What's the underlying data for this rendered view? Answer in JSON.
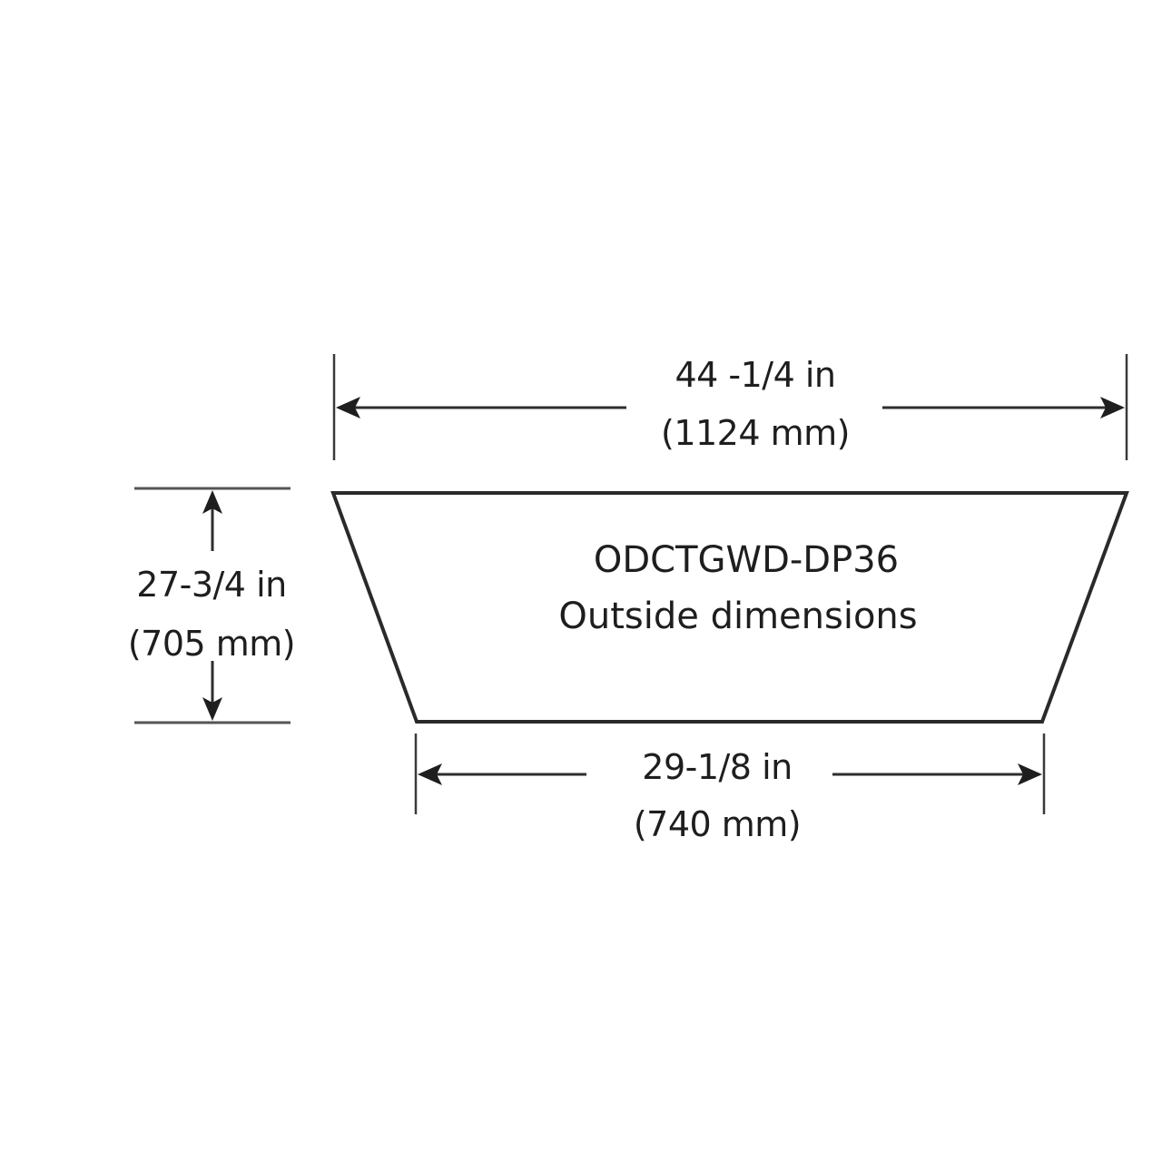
{
  "diagram": {
    "type": "dimension-drawing",
    "shape": "trapezoid",
    "title": {
      "model": "ODCTGWD-DP36",
      "subtitle": "Outside dimensions"
    },
    "dimensions": {
      "top_width": {
        "imperial": "44 -1/4 in",
        "metric": "(1124 mm)"
      },
      "height": {
        "imperial": "27-3/4 in",
        "metric": "(705 mm)"
      },
      "bottom_width": {
        "imperial": "29-1/8 in",
        "metric": "(740 mm)"
      }
    },
    "colors": {
      "line": "#2a2a2a",
      "text": "#1e1e1e",
      "background": "#ffffff"
    }
  }
}
